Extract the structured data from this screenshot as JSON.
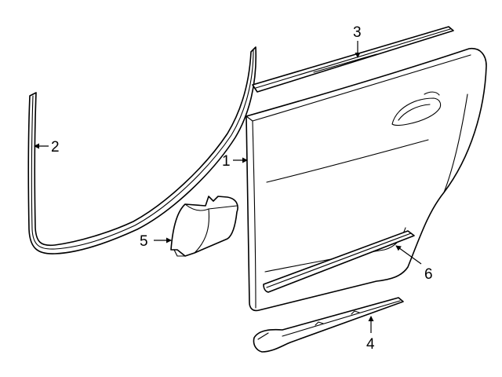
{
  "callouts": {
    "part_1": "1",
    "part_2": "2",
    "part_3": "3",
    "part_4": "4",
    "part_5": "5",
    "part_6": "6"
  },
  "colors": {
    "line": "#000000",
    "fill": "#ffffff"
  }
}
